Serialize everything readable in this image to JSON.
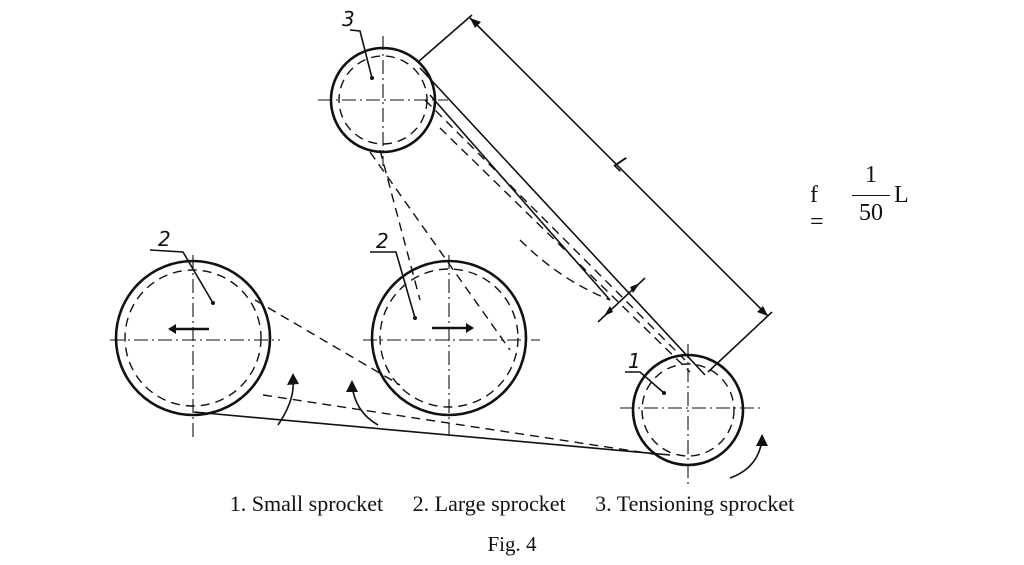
{
  "labels": {
    "tensioner": "3",
    "large_left": "2",
    "large_mid": "2",
    "small": "1",
    "distance": "L"
  },
  "formula": {
    "lhs": "f =",
    "numerator": "1",
    "denominator": "50",
    "rhs": "L"
  },
  "legend": {
    "item1": "1. Small sprocket",
    "item2": "2. Large sprocket",
    "item3": "3. Tensioning sprocket"
  },
  "caption": "Fig. 4"
}
